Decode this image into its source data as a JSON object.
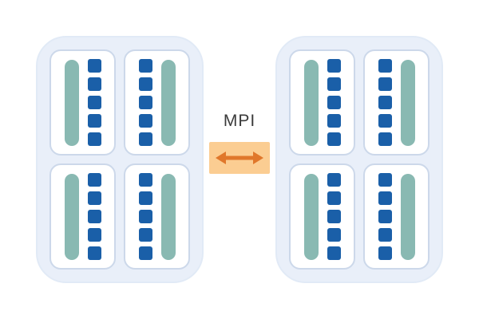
{
  "diagram": {
    "label": "MPI",
    "colors": {
      "node_bg": "#e9eff9",
      "node_border": "#e1eaf6",
      "socket_bg": "#ffffff",
      "socket_border": "#ccd8ea",
      "core_blue": "#1a5fa8",
      "bar_teal": "#89b9b2",
      "link_bg": "#fbcd92",
      "arrow": "#e0772b",
      "label_color": "#3a3a3a"
    },
    "nodes": [
      {
        "name": "node-left",
        "sockets": [
          {
            "layout": "bar-first",
            "cores": 5
          },
          {
            "layout": "bar-last",
            "cores": 5
          },
          {
            "layout": "bar-first",
            "cores": 5
          },
          {
            "layout": "bar-last",
            "cores": 5
          }
        ]
      },
      {
        "name": "node-right",
        "sockets": [
          {
            "layout": "bar-first",
            "cores": 5
          },
          {
            "layout": "bar-last",
            "cores": 5
          },
          {
            "layout": "bar-first",
            "cores": 5
          },
          {
            "layout": "bar-last",
            "cores": 5
          }
        ]
      }
    ]
  }
}
